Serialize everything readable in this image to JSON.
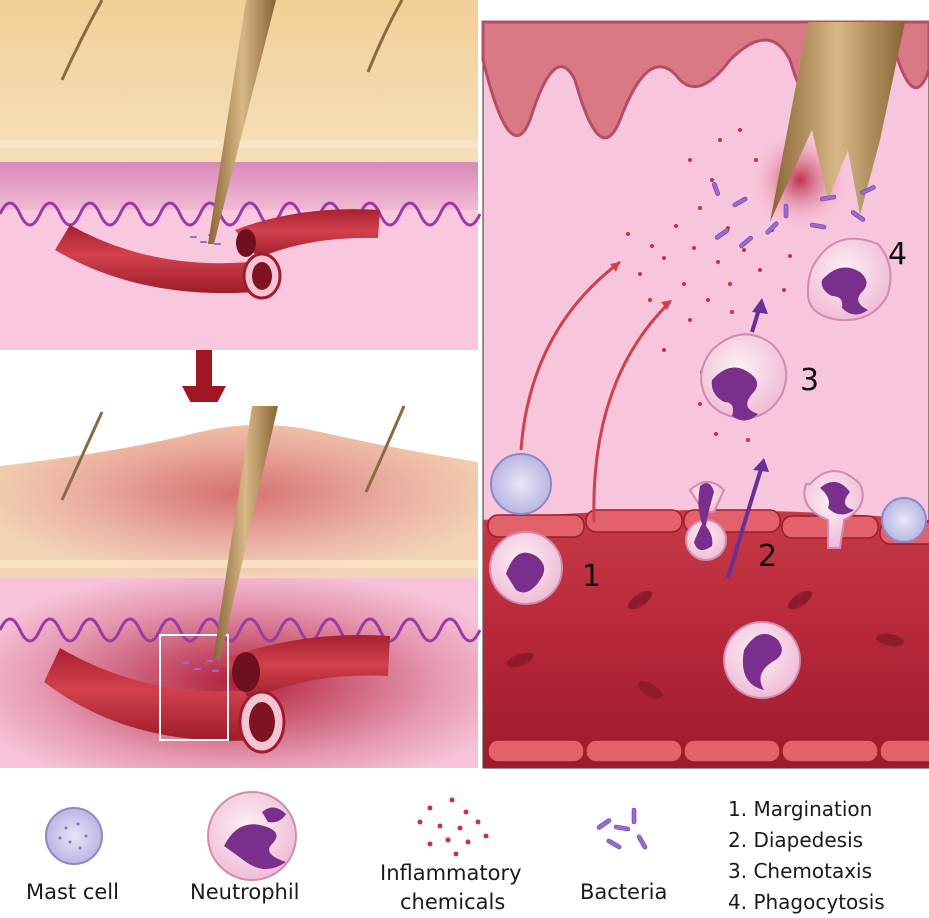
{
  "legend": {
    "mast_cell": "Mast cell",
    "neutrophil": "Neutrophil",
    "inflammatory_line1": "Inflammatory",
    "inflammatory_line2": "chemicals",
    "bacteria": "Bacteria"
  },
  "steps": [
    "1. Margination",
    "2. Diapedesis",
    "3. Chemotaxis",
    "4. Phagocytosis"
  ],
  "step_numbers": [
    "1",
    "2",
    "3",
    "4"
  ],
  "colors": {
    "skin_top": "#f5dcae",
    "dermis_pink": "#f8c6dc",
    "vessel": "#c8313f",
    "vessel_dark": "#8e1a2a",
    "neutrophil_body": "#f6d6e6",
    "nucleus": "#7a2f8c",
    "chemical": "#c8313f",
    "bacteria": "#9a6ad0",
    "arrow_red": "#d0404a",
    "arrow_purple": "#6a2f96",
    "down_arrow": "#a01623",
    "thorn": "#b9915c"
  },
  "icons": [
    "mast-cell-icon",
    "neutrophil-icon",
    "chemicals-icon",
    "bacteria-icon",
    "thorn-icon",
    "down-arrow-icon"
  ]
}
